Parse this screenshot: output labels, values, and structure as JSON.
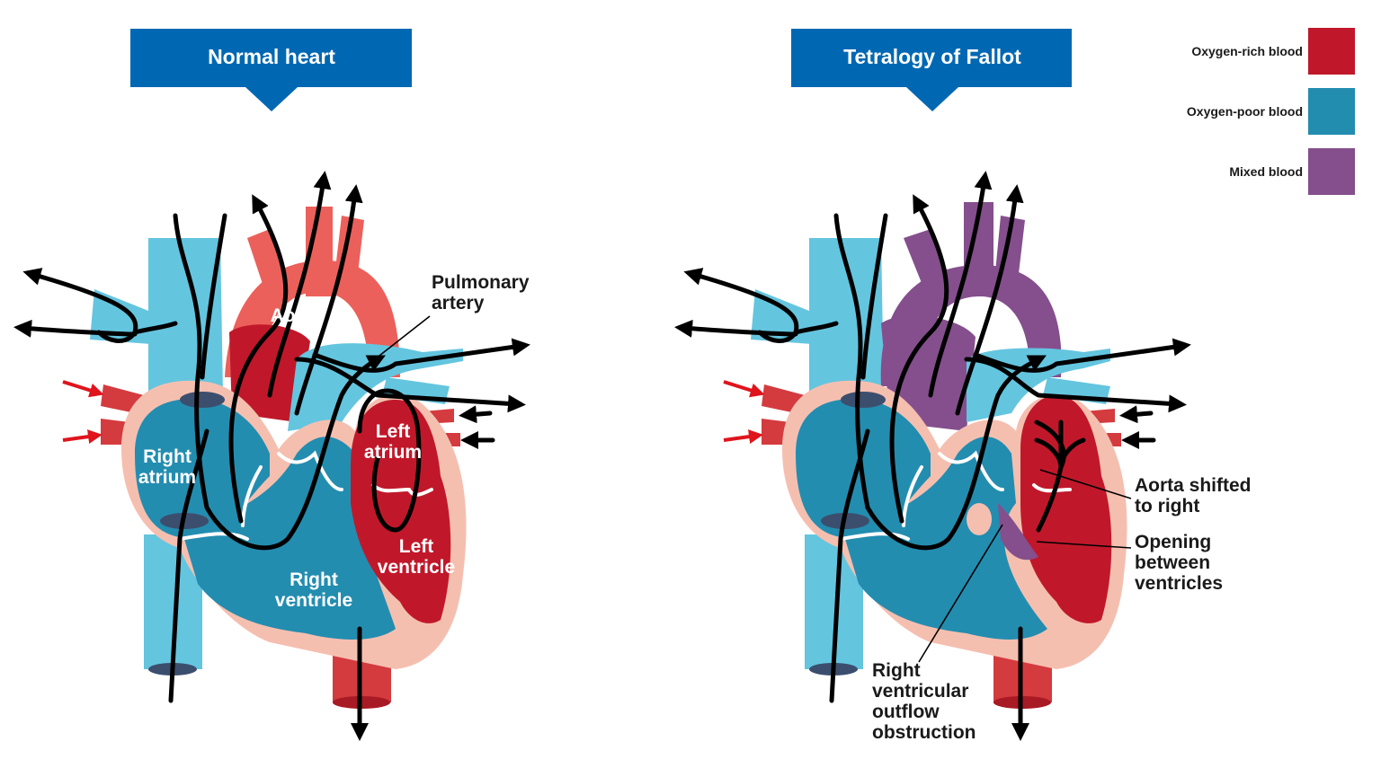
{
  "colors": {
    "banner": "#0068b3",
    "oxygen_rich": "#c0182a",
    "oxygen_poor": "#238db0",
    "mixed": "#844f8c",
    "vein_light_blue": "#64c5df",
    "artery_light_red": "#ec605b",
    "heart_wall": "#f5bfb0"
  },
  "panels": {
    "normal": {
      "title": "Normal heart",
      "labels": {
        "aorta": "Aorta",
        "pulmonary_1": "Pulmonary",
        "pulmonary_2": "artery",
        "right_atrium_1": "Right",
        "right_atrium_2": "atrium",
        "left_atrium_1": "Left",
        "left_atrium_2": "atrium",
        "left_ventricle_1": "Left",
        "left_ventricle_2": "ventricle",
        "right_ventricle_1": "Right",
        "right_ventricle_2": "ventricle"
      }
    },
    "tof": {
      "title": "Tetralogy of Fallot",
      "labels": {
        "aorta_shifted_1": "Aorta shifted",
        "aorta_shifted_2": "to right",
        "opening_1": "Opening",
        "opening_2": "between",
        "opening_3": "ventricles",
        "rvoo_1": "Right",
        "rvoo_2": "ventricular",
        "rvoo_3": "outflow",
        "rvoo_4": "obstruction"
      }
    }
  },
  "legend": {
    "items": [
      {
        "label": "Oxygen-rich blood",
        "color": "#c0182a"
      },
      {
        "label": "Oxygen-poor blood",
        "color": "#238db0"
      },
      {
        "label": "Mixed blood",
        "color": "#844f8c"
      }
    ]
  }
}
